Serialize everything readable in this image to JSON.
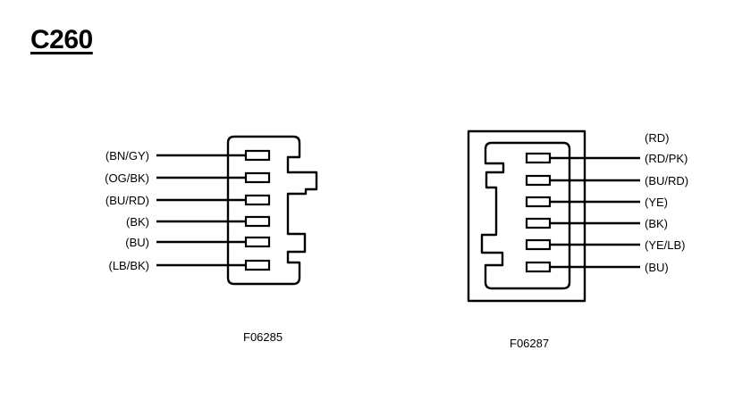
{
  "title": "C260",
  "connector_left": {
    "figure_id": "F06285",
    "wires": [
      "(BN/GY)",
      "(OG/BK)",
      "(BU/RD)",
      "(BK)",
      "(BU)",
      "(LB/BK)"
    ]
  },
  "connector_right": {
    "figure_id": "F06287",
    "header_label": "(RD)",
    "wires": [
      "(RD/PK)",
      "(BU/RD)",
      "(YE)",
      "(BK)",
      "(YE/LB)",
      "(BU)"
    ]
  }
}
